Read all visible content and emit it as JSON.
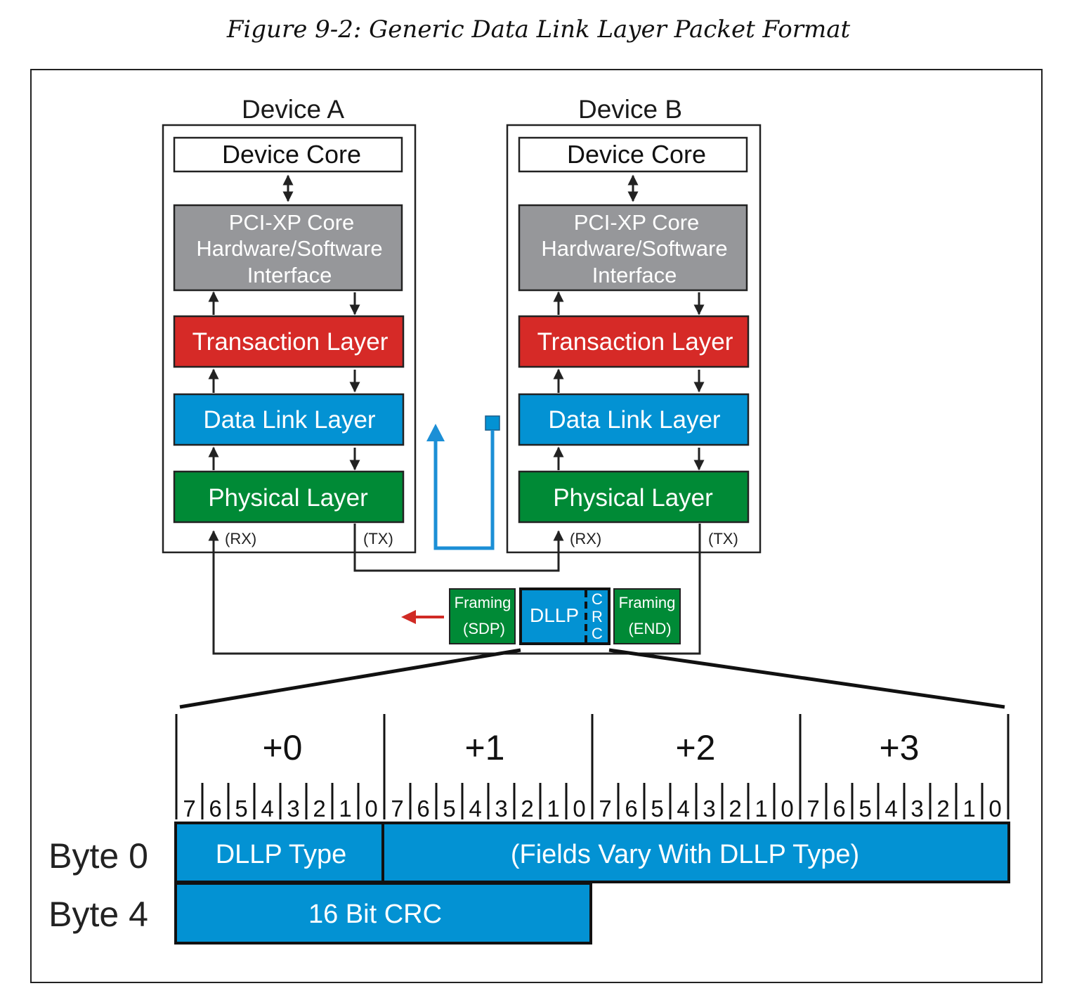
{
  "caption": "Figure 9-2: Generic Data Link Layer Packet Format",
  "devices": [
    {
      "title": "Device A",
      "core": "Device Core",
      "iface": [
        "PCI-XP Core",
        "Hardware/Software",
        "Interface"
      ],
      "transaction": "Transaction Layer",
      "datalink": "Data Link Layer",
      "physical": "Physical Layer",
      "rx": "(RX)",
      "tx": "(TX)"
    },
    {
      "title": "Device B",
      "core": "Device Core",
      "iface": [
        "PCI-XP Core",
        "Hardware/Software",
        "Interface"
      ],
      "transaction": "Transaction Layer",
      "datalink": "Data Link Layer",
      "physical": "Physical Layer",
      "rx": "(RX)",
      "tx": "(TX)"
    }
  ],
  "packet": {
    "framing_start": [
      "Framing",
      "(SDP)"
    ],
    "dllp": "DLLP",
    "crc": [
      "C",
      "R",
      "C"
    ],
    "framing_end": [
      "Framing",
      "(END)"
    ]
  },
  "format": {
    "byte_offsets": [
      "+0",
      "+1",
      "+2",
      "+3"
    ],
    "bits": [
      "7",
      "6",
      "5",
      "4",
      "3",
      "2",
      "1",
      "0"
    ],
    "rows": [
      {
        "label": "Byte 0",
        "fields": [
          "DLLP Type",
          "(Fields Vary With DLLP Type)"
        ]
      },
      {
        "label": "Byte 4",
        "fields": [
          "16 Bit CRC"
        ]
      }
    ]
  },
  "colors": {
    "iface": "#96979a",
    "transaction": "#d62a27",
    "datalink": "#0392d3",
    "physical": "#008a36",
    "flow_arrow": "#1c8fd6",
    "direction_arrow": "#d02a24"
  }
}
